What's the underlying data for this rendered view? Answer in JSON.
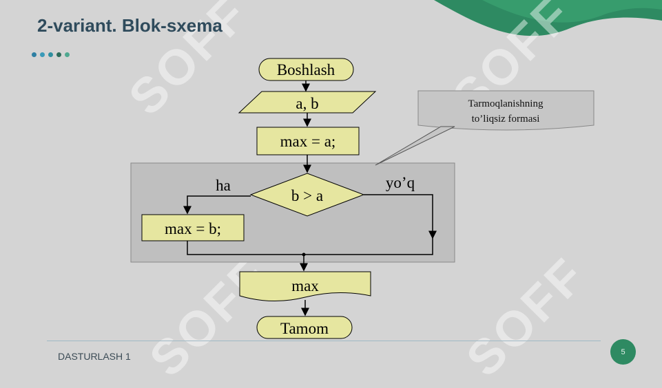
{
  "slide": {
    "title": "2-variant. Blok-sxema",
    "footer": "DASTURLASH 1",
    "page_number": "5",
    "watermark": "SOFF",
    "accent_color": "#2e8a62",
    "dot_colors": [
      "#2e7fa3",
      "#3a9ab8",
      "#2f8f9f",
      "#2f6b5a",
      "#4fa890"
    ]
  },
  "flowchart": {
    "start": "Boshlash",
    "input": "a, b",
    "assign1": "max = a;",
    "condition": "b > a",
    "yes_label": "ha",
    "no_label": "yo’q",
    "assign2": "max = b;",
    "output": "max",
    "end": "Tamom",
    "callout_line1": "Tarmoqlanishning",
    "callout_line2": "to’liqsiz formasi",
    "shape_fill": "#e6e6a0",
    "region_fill": "#bfbfbf"
  }
}
